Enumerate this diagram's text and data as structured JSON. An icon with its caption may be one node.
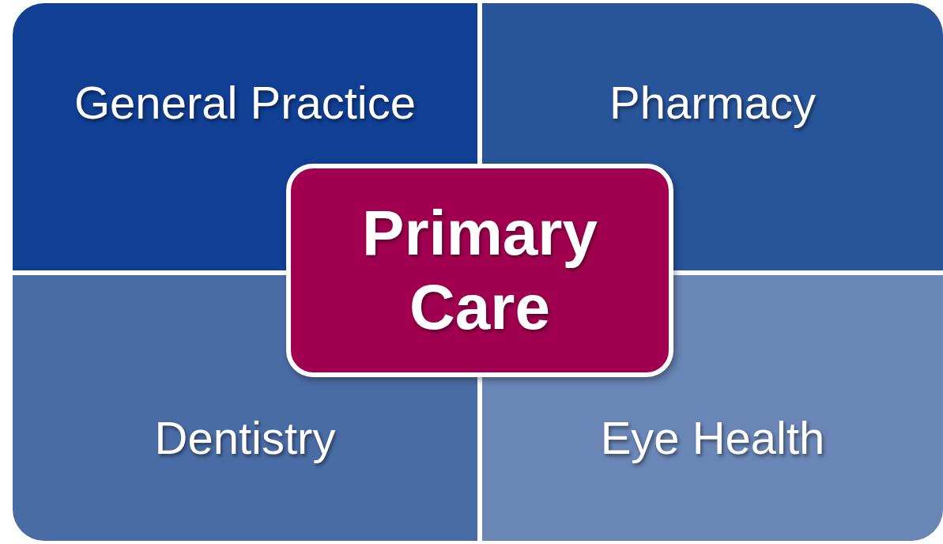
{
  "diagram": {
    "nodes": [
      {
        "text": [
          "General Practice"
        ]
      },
      {
        "text": [
          "Pharmacy"
        ]
      },
      {
        "text": [
          "Primary Care"
        ]
      },
      {
        "text": [
          "Dentistry"
        ]
      },
      {
        "text": [
          "Eye Health"
        ]
      }
    ]
  }
}
